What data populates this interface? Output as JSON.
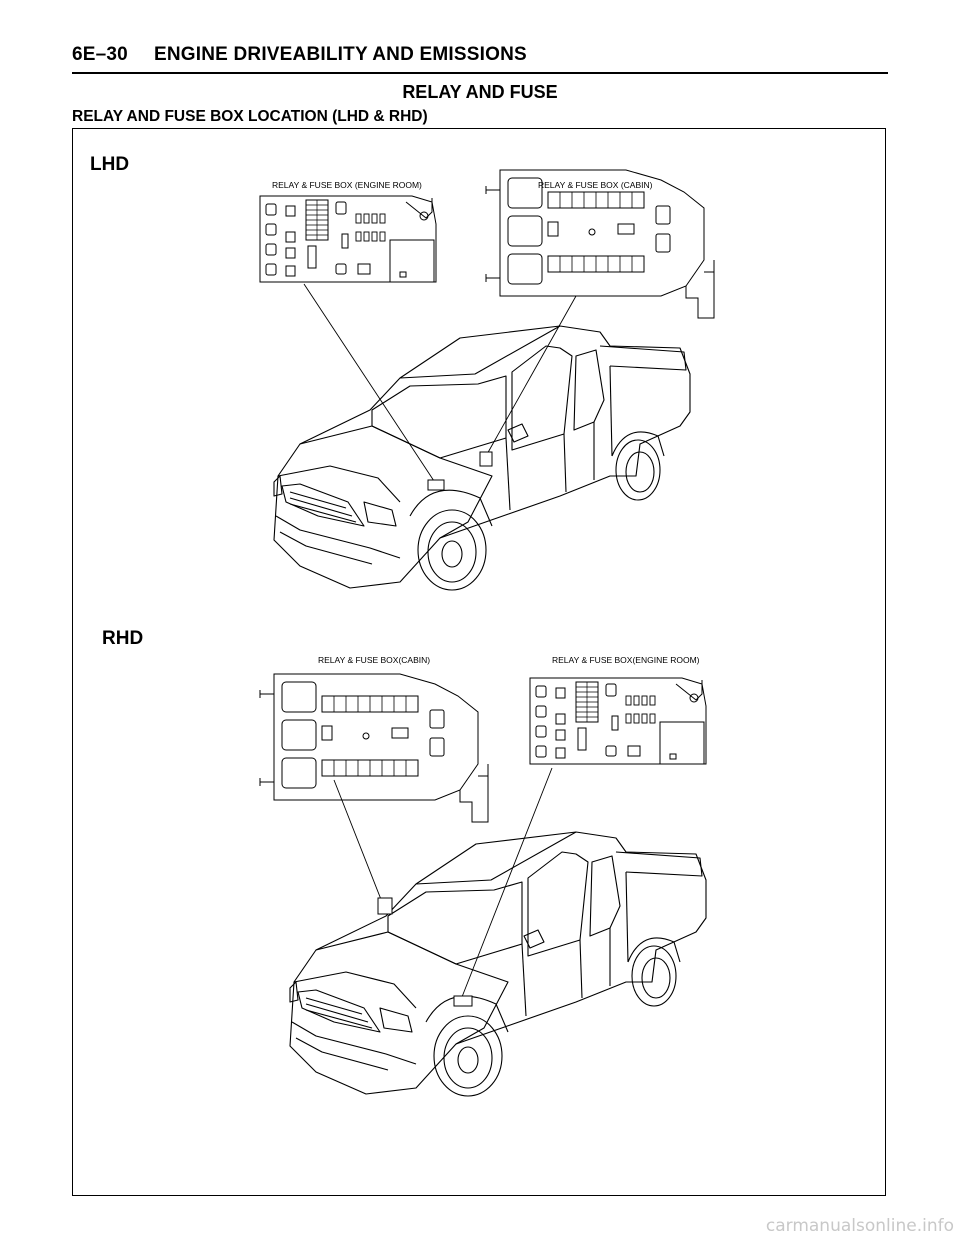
{
  "header": {
    "page_number": "6E–30",
    "section": "ENGINE DRIVEABILITY AND EMISSIONS"
  },
  "page_title": "RELAY AND FUSE",
  "subtitle": "RELAY AND FUSE BOX LOCATION (LHD & RHD)",
  "lhd": {
    "label": "LHD",
    "engine_box_caption": "RELAY & FUSE BOX (ENGINE ROOM)",
    "cabin_box_caption": "RELAY & FUSE BOX (CABIN)"
  },
  "rhd": {
    "label": "RHD",
    "cabin_box_caption": "RELAY & FUSE BOX(CABIN)",
    "engine_box_caption": "RELAY & FUSE BOX(ENGINE ROOM)"
  },
  "footer": {
    "watermark": "carmanualsonline.info"
  }
}
